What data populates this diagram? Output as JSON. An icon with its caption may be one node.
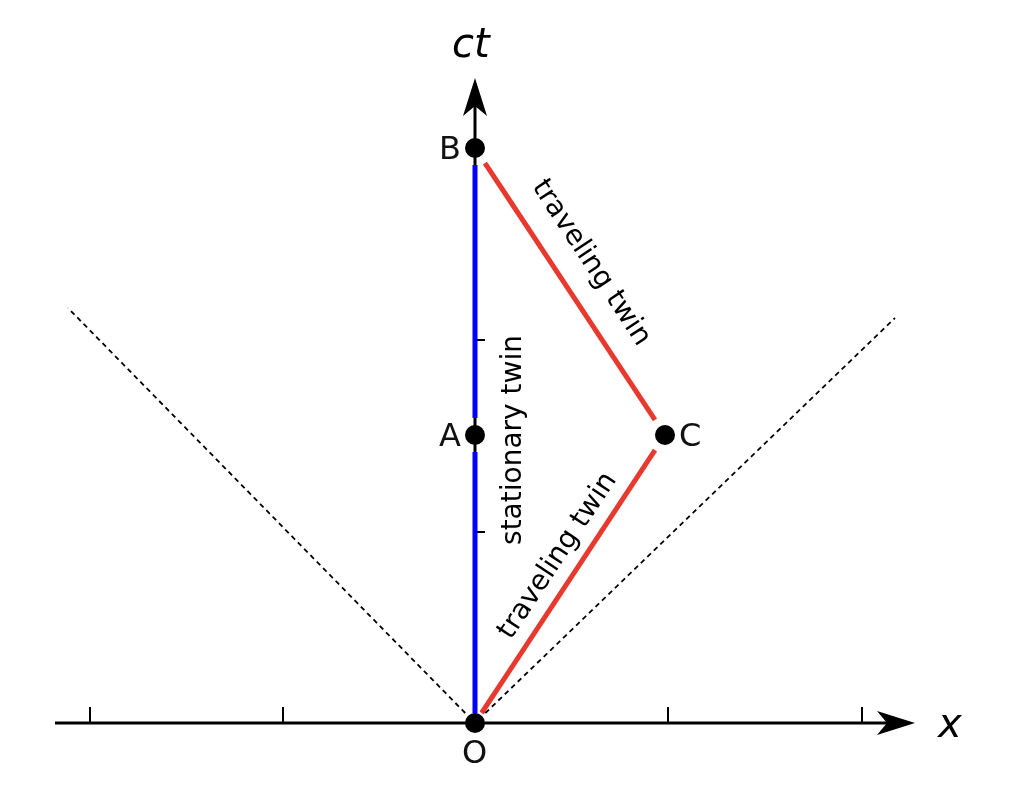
{
  "diagram": {
    "nodes": [
      {
        "text": [
          "B"
        ]
      },
      {
        "text": [
          "A"
        ]
      },
      {
        "text": [
          "C"
        ]
      },
      {
        "text": [
          "O"
        ]
      }
    ],
    "edges": [
      {
        "from": 3,
        "to": 1,
        "arrow": "none",
        "label": "stationary twin",
        "color": "#0000ff"
      },
      {
        "from": 1,
        "to": 0,
        "arrow": "none",
        "color": "#0000ff"
      },
      {
        "from": 3,
        "to": 2,
        "arrow": "none",
        "label": "traveling twin",
        "color": "#e8392e"
      },
      {
        "from": 2,
        "to": 0,
        "arrow": "none",
        "label": "traveling twin",
        "color": "#e8392e"
      },
      {
        "from": 3,
        "to": null,
        "arrow": "none",
        "style": "dashed",
        "color": "#000000"
      },
      {
        "from": 3,
        "to": null,
        "arrow": "none",
        "style": "dashed",
        "color": "#000000"
      }
    ],
    "labels": [
      "ct",
      "x"
    ]
  }
}
